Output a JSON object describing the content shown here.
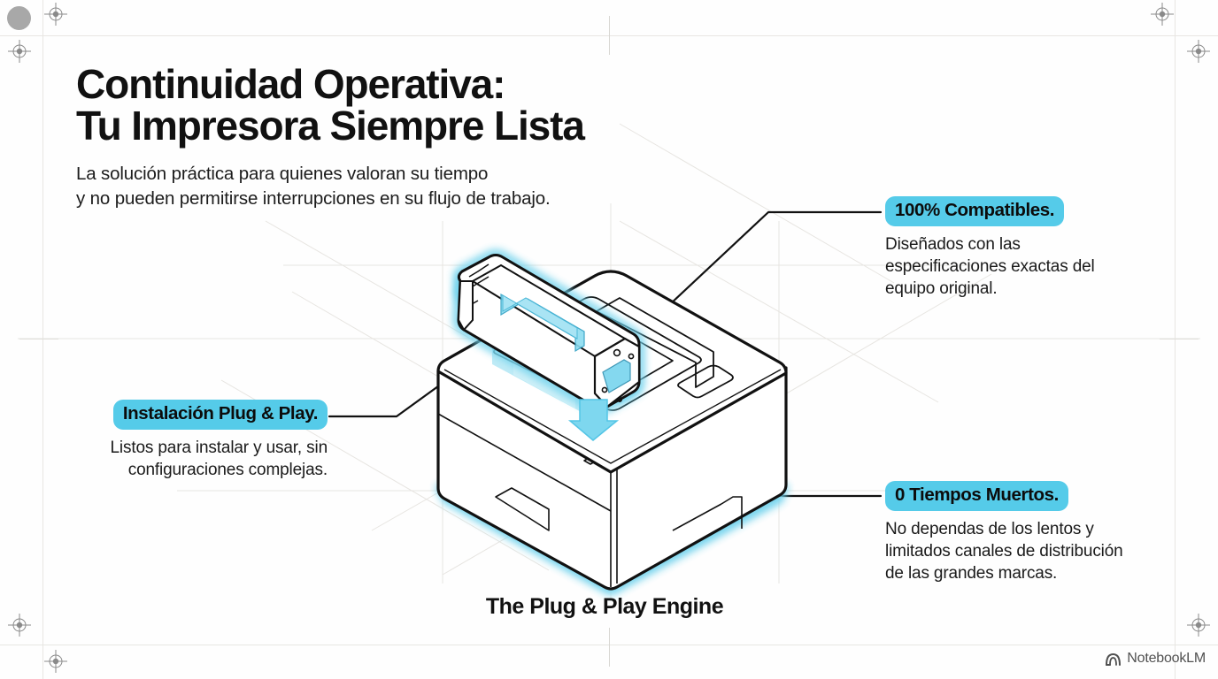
{
  "page": {
    "background": "#fefefe",
    "accent_cyan": "#55cbe9",
    "accent_cyan_light": "#a9e4f4",
    "ink": "#111111",
    "guide_color": "#e8e6e2"
  },
  "headline": {
    "line1": "Continuidad Operativa:",
    "line2": "Tu Impresora Siempre Lista",
    "subtitle_line1": "La solución práctica para quienes valoran su tiempo",
    "subtitle_line2": "y no pueden permitirse interrupciones en su flujo de trabajo."
  },
  "callouts": [
    {
      "id": "compatibles",
      "chip": "100% Compatibles.",
      "body": "Diseñados con las especificaciones exactas del equipo original.",
      "body_lines": [
        "Diseñados con las",
        "especificaciones exactas del",
        "equipo original."
      ],
      "align": "left"
    },
    {
      "id": "plug-and-play",
      "chip": "Instalación Plug & Play.",
      "body": "Listos para instalar y usar, sin configuraciones complejas.",
      "body_lines": [
        "Listos para instalar y usar, sin",
        "configuraciones complejas."
      ],
      "align": "right"
    },
    {
      "id": "tiempos-muertos",
      "chip": "0 Tiempos Muertos.",
      "body": "No dependas de los lentos y limitados canales de distribución de las grandes marcas.",
      "body_lines": [
        "No dependas de los lentos y",
        "limitados canales de distribución",
        "de las grandes marcas."
      ],
      "align": "left"
    }
  ],
  "figure": {
    "caption": "The Plug & Play Engine",
    "subject": "isometric-laser-printer-with-toner-cartridge",
    "highlight_arrow": "downward-insert-arrow"
  },
  "watermark": {
    "label": "NotebookLM",
    "icon": "notebooklm-arc-icon"
  },
  "print_marks": {
    "registration_marks": 6,
    "corner_dot": "gray-circle"
  }
}
